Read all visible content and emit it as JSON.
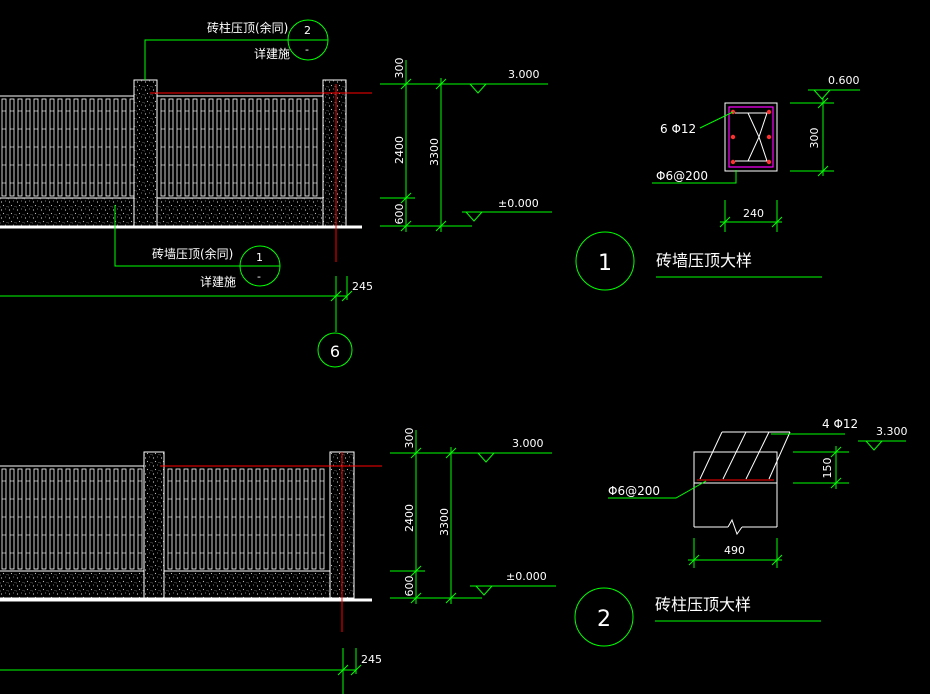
{
  "colors": {
    "background": "#000000",
    "line_green": "#00ff00",
    "line_white": "#ffffff",
    "line_red": "#ff0000",
    "rebar_magenta": "#ff00ff"
  },
  "top_elevation": {
    "pillar_callout": {
      "text": "砖柱压顶(余同)",
      "ref_no": "2",
      "sheet": "-",
      "note": "详建施"
    },
    "wall_callout": {
      "text": "砖墙压顶(余同)",
      "ref_no": "1",
      "sheet": "-",
      "note": "详建施"
    },
    "dims": {
      "top": "300",
      "middle": "2400",
      "bottom": "600",
      "total": "3300"
    },
    "levels": {
      "top": "3.000",
      "ground": "±0.000"
    },
    "offset_dim": "245",
    "axis_no": "6"
  },
  "bottom_elevation": {
    "dims": {
      "top": "300",
      "middle": "2400",
      "bottom": "600",
      "total": "3300"
    },
    "levels": {
      "top": "3.000",
      "ground": "±0.000"
    },
    "offset_dim": "245"
  },
  "detail1": {
    "number": "1",
    "title": "砖墙压顶大样",
    "rebar_main": "6 Φ12",
    "stirrup": "Φ6@200",
    "width": "240",
    "height": "300",
    "level": "0.600"
  },
  "detail2": {
    "number": "2",
    "title": "砖柱压顶大样",
    "rebar_main": "4 Φ12",
    "stirrup": "Φ6@200",
    "width": "490",
    "height": "150",
    "level": "3.300"
  }
}
